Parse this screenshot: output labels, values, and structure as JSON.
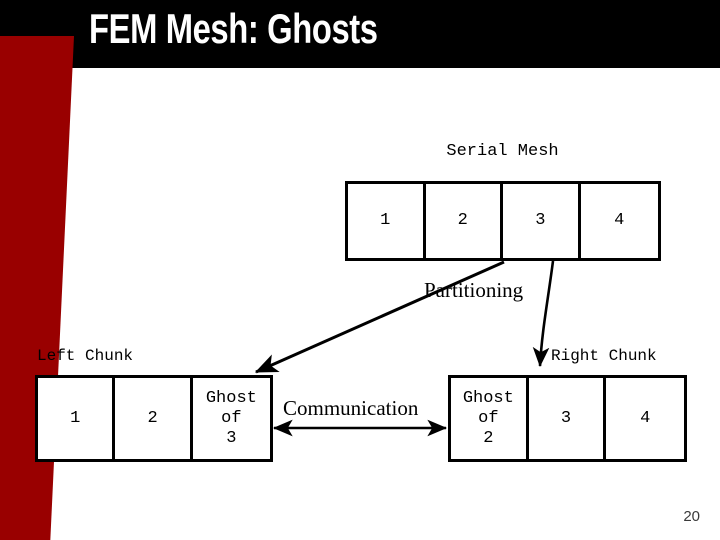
{
  "slide": {
    "title": "FEM Mesh: Ghosts",
    "page_number": "20",
    "colors": {
      "header_background": "#000000",
      "title_text": "#ffffff",
      "accent_band": "#990000",
      "slide_background": "#ffffff",
      "stroke": "#000000"
    }
  },
  "serial_mesh": {
    "label": "Serial Mesh",
    "cells": [
      "1",
      "2",
      "3",
      "4"
    ]
  },
  "left_chunk": {
    "label": "Left Chunk",
    "cells": [
      "1",
      "2",
      "Ghost\nof\n3"
    ]
  },
  "right_chunk": {
    "label": "Right Chunk",
    "cells": [
      "Ghost\nof\n2",
      "3",
      "4"
    ]
  },
  "annotations": {
    "partitioning": "Partitioning",
    "communication": "Communication"
  }
}
